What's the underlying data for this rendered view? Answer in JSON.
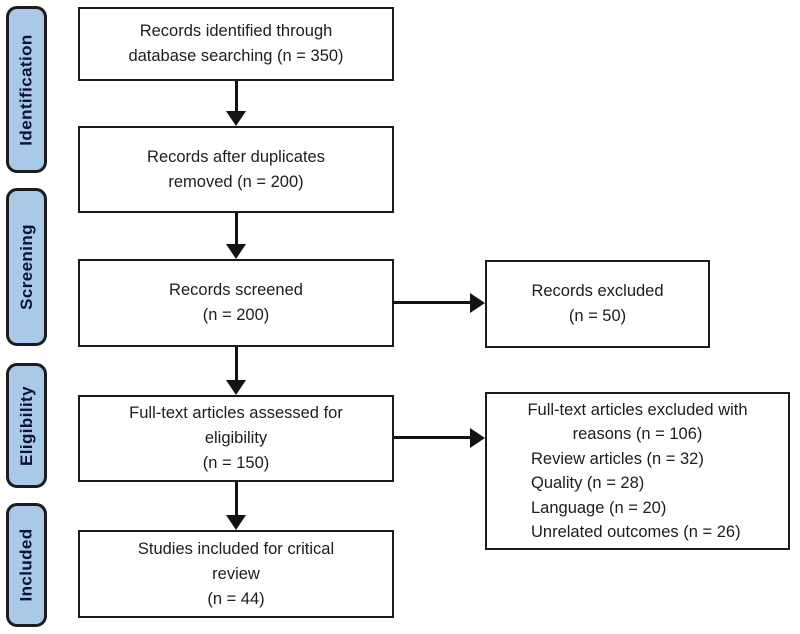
{
  "stages": [
    {
      "label": "Identification"
    },
    {
      "label": "Screening"
    },
    {
      "label": "Eligibility"
    },
    {
      "label": "Included"
    }
  ],
  "boxes": {
    "identified": {
      "lines": [
        "Records identified through",
        "database searching (n = 350)"
      ]
    },
    "duplicates_removed": {
      "lines": [
        "Records after duplicates",
        "removed (n = 200)"
      ]
    },
    "screened": {
      "lines": [
        "Records screened",
        "(n = 200)"
      ]
    },
    "records_excluded": {
      "lines": [
        "Records excluded",
        "(n = 50)"
      ]
    },
    "fulltext_assessed": {
      "lines": [
        "Full-text articles assessed for",
        "eligibility",
        "(n = 150)"
      ]
    },
    "fulltext_excluded": {
      "lines": [
        "Full-text articles excluded with",
        "reasons (n = 106)",
        "Review articles (n = 32)",
        "Quality (n = 28)",
        "Language (n = 20)",
        "Unrelated outcomes (n = 26)"
      ]
    },
    "included_studies": {
      "lines": [
        "Studies included for critical",
        "review",
        "(n = 44)"
      ]
    }
  },
  "colors": {
    "stage_fill": "#a9c9e9",
    "stage_border": "#1c1c1c",
    "stage_text": "#0f1333",
    "box_border": "#1c1c1c",
    "box_fill": "#ffffff",
    "arrow": "#131313",
    "text": "#1d1d1d",
    "bg": "#ffffff"
  }
}
